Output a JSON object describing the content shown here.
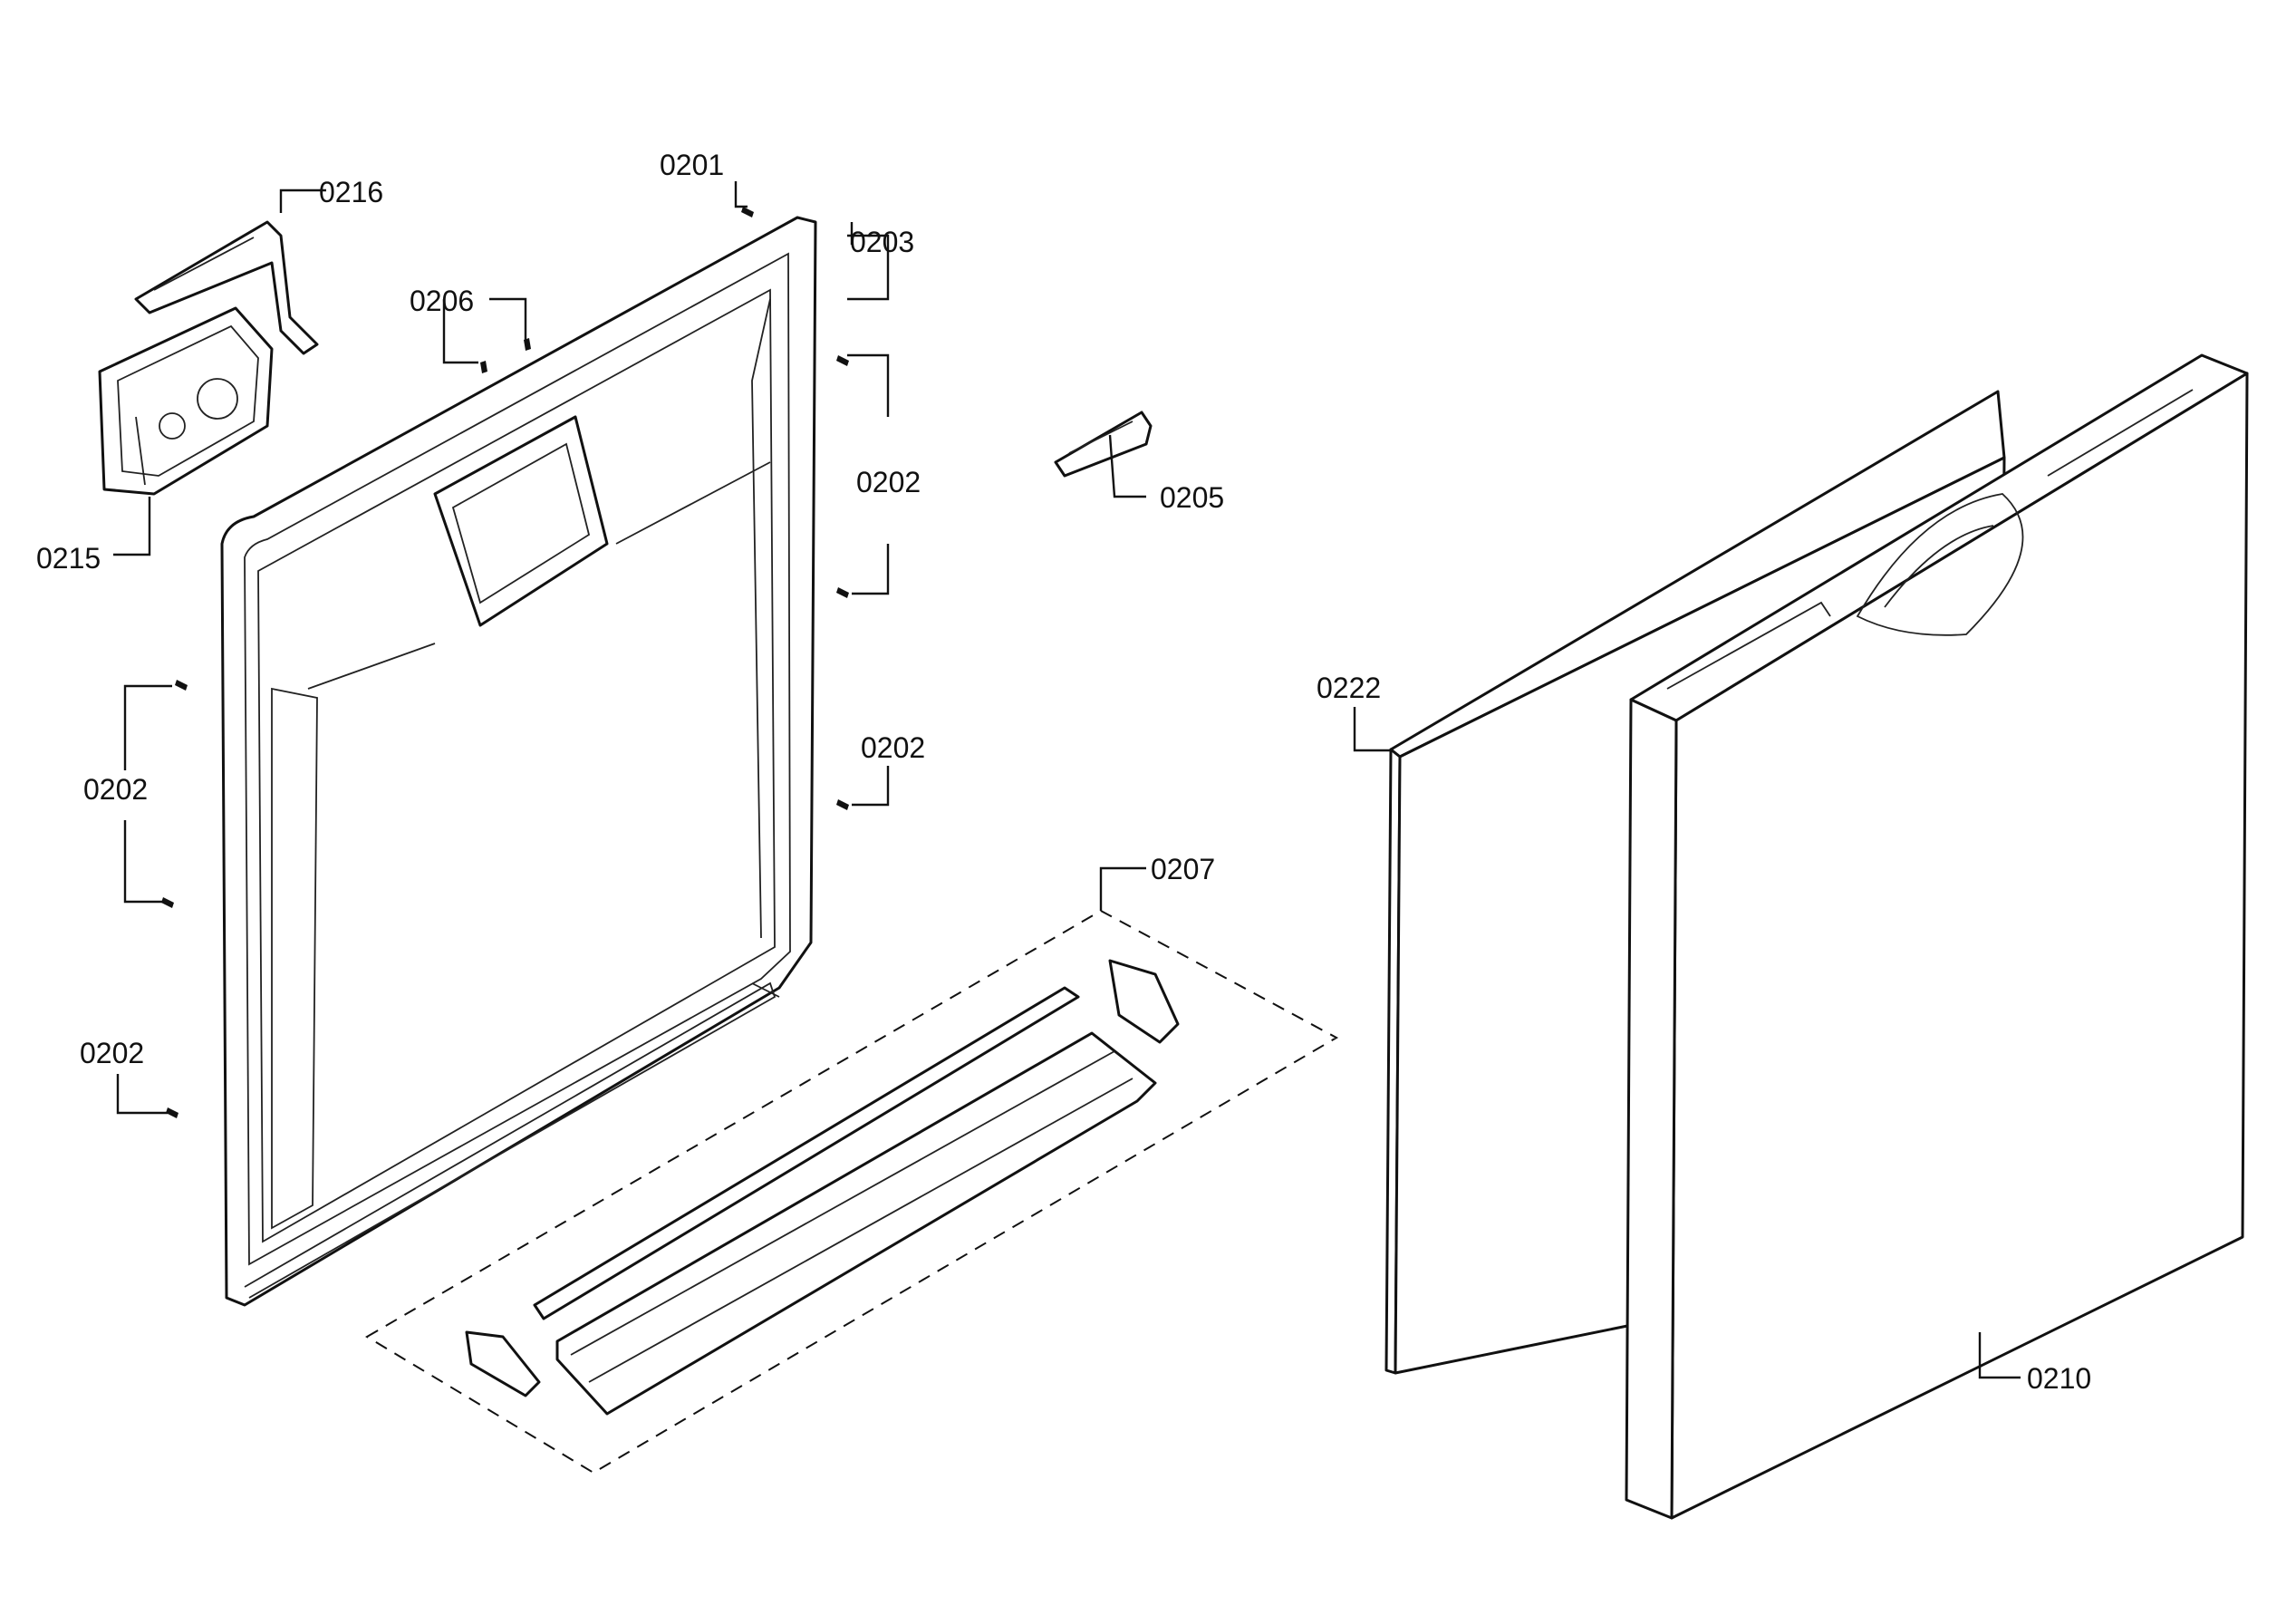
{
  "labels": {
    "l0201": "0201",
    "l0202a": "0202",
    "l0202b": "0202",
    "l0202c": "0202",
    "l0202d": "0202",
    "l0203": "0203",
    "l0205": "0205",
    "l0206": "0206",
    "l0207": "0207",
    "l0210": "0210",
    "l0215": "0215",
    "l0216": "0216",
    "l0222": "0222"
  }
}
